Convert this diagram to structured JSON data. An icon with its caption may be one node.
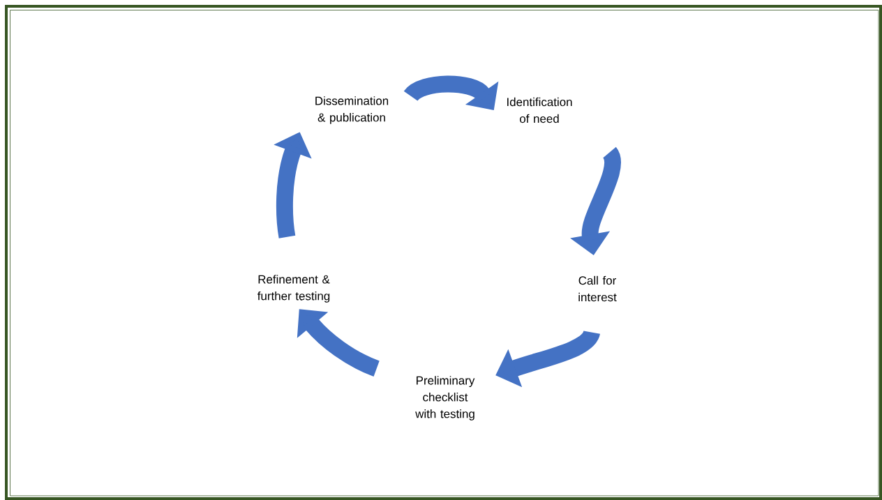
{
  "diagram": {
    "nodes": [
      {
        "text": [
          "Dissemination & publication"
        ]
      },
      {
        "text": [
          "Identification of need"
        ]
      },
      {
        "text": [
          "Call for interest"
        ]
      },
      {
        "text": [
          "Refinement & further testing"
        ]
      },
      {
        "text": [
          "Preliminary checklist with testing"
        ]
      }
    ],
    "edges": [
      {
        "from": 0,
        "to": 1,
        "arrow": "to"
      },
      {
        "from": 1,
        "to": 2,
        "arrow": "to"
      },
      {
        "from": 2,
        "to": 4,
        "arrow": "to"
      },
      {
        "from": 4,
        "to": 3,
        "arrow": "to"
      },
      {
        "from": 3,
        "to": 0,
        "arrow": "to"
      }
    ]
  }
}
